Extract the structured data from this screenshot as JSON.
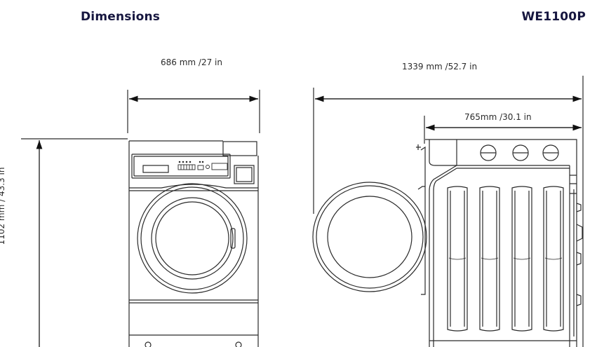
{
  "header": {
    "title": "Dimensions",
    "model": "WE1100P"
  },
  "dimensions": {
    "width": "686 mm /27 in",
    "depth": "1339 mm /52.7 in",
    "drum_depth": "765mm /30.1 in",
    "height": "1102 mm / 43.3 in"
  },
  "colors": {
    "title": "#16163f",
    "line": "#2a2a2a"
  }
}
